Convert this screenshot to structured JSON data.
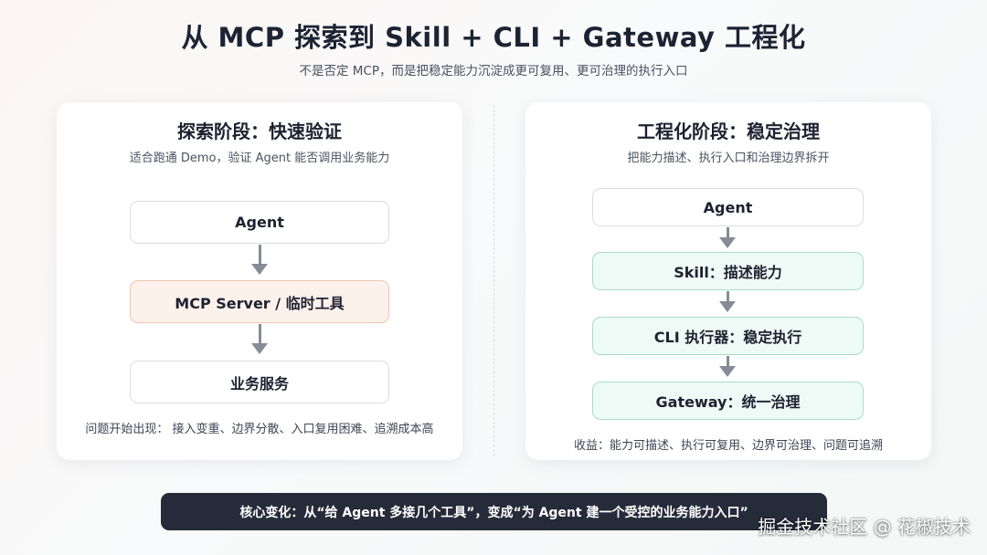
{
  "header": {
    "title": "从 MCP 探索到 Skill + CLI + Gateway 工程化",
    "subtitle": "不是否定 MCP，而是把稳定能力沉淀成更可复用、更可治理的执行入口"
  },
  "left_panel": {
    "title": "探索阶段：快速验证",
    "subtitle": "适合跑通 Demo，验证 Agent 能否调用业务能力",
    "nodes": [
      "Agent",
      "MCP Server / 临时工具",
      "业务服务"
    ],
    "note": "问题开始出现： 接入变重、边界分散、入口复用困难、追溯成本高"
  },
  "right_panel": {
    "title": "工程化阶段：稳定治理",
    "subtitle": "把能力描述、执行入口和治理边界拆开",
    "nodes": [
      "Agent",
      "Skill：描述能力",
      "CLI 执行器：稳定执行",
      "Gateway：统一治理"
    ],
    "note": "收益：能力可描述、执行可复用、边界可治理、问题可追溯"
  },
  "footer": {
    "core_change": "核心变化：从“给 Agent 多接几个工具”，变成“为 Agent 建一个受控的业务能力入口”",
    "watermark": "掘金技术社区 @ 花椒技术"
  },
  "colors": {
    "warn_fill": "#fdf1ec",
    "warn_border": "#f1c3ae",
    "ok_fill": "#eefaf5",
    "ok_border": "#a8dcc6",
    "arrow": "#858b97",
    "footer_bar": "#262b3a"
  }
}
